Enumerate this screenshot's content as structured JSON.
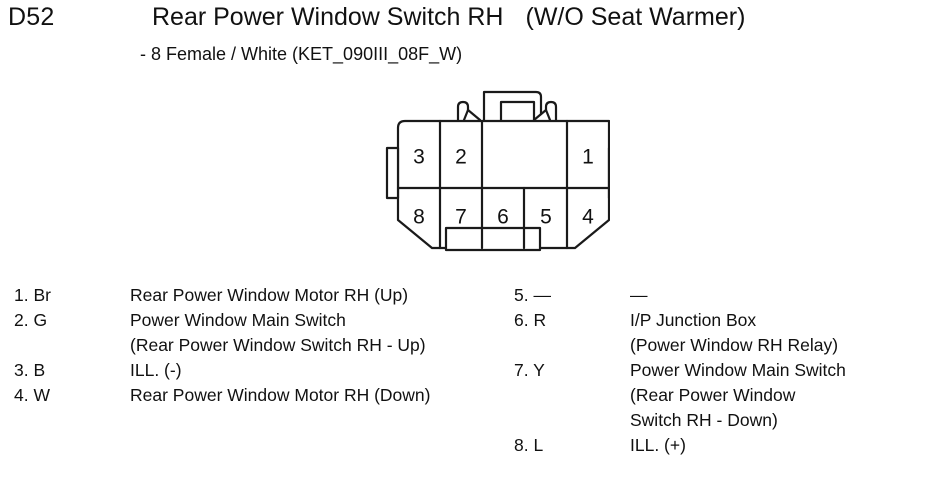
{
  "header": {
    "code": "D52",
    "title": "Rear Power Window Switch RH",
    "variant": "(W/O Seat Warmer)",
    "subtitle": "- 8 Female / White (KET_090III_08F_W)"
  },
  "connector": {
    "name": "8-way female connector",
    "color": "White",
    "part_code": "KET_090III_08F_W",
    "pin_count": 8,
    "top_row": [
      "3",
      "2",
      "1"
    ],
    "bottom_row": [
      "8",
      "7",
      "6",
      "5",
      "4"
    ],
    "stroke_color": "#1a1a1a",
    "fill_color": "#ffffff"
  },
  "pins_left": [
    {
      "id": "1. Br",
      "lines": [
        "Rear Power Window Motor RH (Up)"
      ]
    },
    {
      "id": "2. G",
      "lines": [
        "Power Window Main Switch",
        "(Rear Power Window Switch RH - Up)"
      ]
    },
    {
      "id": "3. B",
      "lines": [
        "ILL. (-)"
      ]
    },
    {
      "id": "4. W",
      "lines": [
        "Rear Power Window Motor RH (Down)"
      ]
    }
  ],
  "pins_right": [
    {
      "id": "5. —",
      "lines": [
        "—"
      ]
    },
    {
      "id": "6. R",
      "lines": [
        "I/P Junction Box",
        "(Power Window RH Relay)"
      ]
    },
    {
      "id": "7. Y",
      "lines": [
        "Power Window Main Switch",
        "(Rear Power Window",
        "Switch RH - Down)"
      ]
    },
    {
      "id": "8. L",
      "lines": [
        "ILL. (+)"
      ]
    }
  ]
}
